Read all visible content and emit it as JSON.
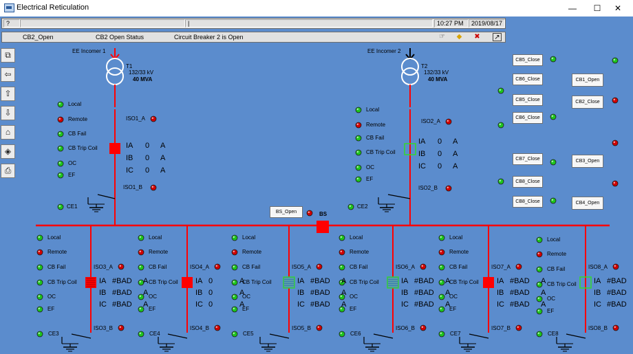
{
  "window": {
    "title": "Electrical Reticulation",
    "controls": {
      "minimize": "—",
      "maximize": "☐",
      "close": "✕"
    }
  },
  "header": {
    "row1": {
      "help": "?",
      "marker": "|",
      "time": "10:27 PM",
      "date": "2019/08/17"
    },
    "row2": {
      "tag": "CB2_Open",
      "status": "CB2 Open Status",
      "message": "Circuit Breaker 2 is Open"
    }
  },
  "sidebar": {
    "buttons": [
      {
        "name": "restore-icon",
        "glyph": "⧉"
      },
      {
        "name": "back-icon",
        "glyph": "⇦"
      },
      {
        "name": "up-icon",
        "glyph": "⇧"
      },
      {
        "name": "down-icon",
        "glyph": "⇩"
      },
      {
        "name": "trend-icon",
        "glyph": "⌂"
      },
      {
        "name": "alarm-icon",
        "glyph": "◈"
      },
      {
        "name": "print-icon",
        "glyph": "⎙"
      }
    ]
  },
  "colors": {
    "background": "#5b8ccd",
    "bus": "#ff0000",
    "ind_green": "#1ec41e",
    "ind_red": "#d00000",
    "breaker_closed": "#ff0000",
    "breaker_open": "#36d436"
  },
  "incomers": [
    {
      "name": "EE Incomer 1",
      "transformer": "T1",
      "rating": "132/33 kV",
      "power": "40 MVA",
      "iso_a": "ISO1_A",
      "iso_b": "ISO1_B",
      "ce": "CE1",
      "indicators": [
        "Local",
        "Remote",
        "CB Fail",
        "CB Trip Coil",
        "OC",
        "EF"
      ],
      "states": [
        "green",
        "red",
        "green",
        "green",
        "green",
        "green"
      ],
      "currents": [
        [
          "IA",
          "0",
          "A"
        ],
        [
          "IB",
          "0",
          "A"
        ],
        [
          "IC",
          "0",
          "A"
        ]
      ],
      "breaker": "closed"
    },
    {
      "name": "EE Incomer 2",
      "transformer": "T2",
      "rating": "132/33 kV",
      "power": "40 MVA",
      "iso_a": "ISO2_A",
      "iso_b": "ISO2_B",
      "ce": "CE2",
      "indicators": [
        "Local",
        "Remote",
        "CB Fail",
        "CB Trip Coil",
        "OC",
        "EF"
      ],
      "states": [
        "green",
        "red",
        "green",
        "green",
        "green",
        "green"
      ],
      "currents": [
        [
          "IA",
          "0",
          "A"
        ],
        [
          "IB",
          "0",
          "A"
        ],
        [
          "IC",
          "0",
          "A"
        ]
      ],
      "breaker": "open"
    }
  ],
  "bus_section": {
    "label": "BS",
    "button": "BS_Open"
  },
  "feeders": [
    {
      "iso_a": "ISO3_A",
      "iso_b": "ISO3_B",
      "ce": "CE3",
      "indicators": [
        "Local",
        "Remote",
        "CB Fail",
        "CB Trip Coil",
        "OC",
        "EF"
      ],
      "states": [
        "green",
        "red",
        "green",
        "green",
        "green",
        "green"
      ],
      "currents": [
        [
          "IA",
          "#BAD",
          "A"
        ],
        [
          "IB",
          "#BAD",
          "A"
        ],
        [
          "IC",
          "#BAD",
          "A"
        ]
      ],
      "breaker": "bad-red"
    },
    {
      "iso_a": "ISO4_A",
      "iso_b": "ISO4_B",
      "ce": "CE4",
      "indicators": [
        "Local",
        "Remote",
        "CB Fail",
        "CB Trip Coil",
        "OC",
        "EF"
      ],
      "states": [
        "green",
        "red",
        "green",
        "green",
        "green",
        "green"
      ],
      "currents": [
        [
          "IA",
          "0",
          "A"
        ],
        [
          "IB",
          "0",
          "A"
        ],
        [
          "IC",
          "0",
          "A"
        ]
      ],
      "breaker": "closed"
    },
    {
      "iso_a": "ISO5_A",
      "iso_b": "ISO5_B",
      "ce": "CE5",
      "indicators": [
        "Local",
        "Remote",
        "CB Fail",
        "CB Trip Coil",
        "OC",
        "EF"
      ],
      "states": [
        "green",
        "red",
        "green",
        "green",
        "green",
        "green"
      ],
      "currents": [
        [
          "IA",
          "#BAD",
          "A"
        ],
        [
          "IB",
          "#BAD",
          "A"
        ],
        [
          "IC",
          "#BAD",
          "A"
        ]
      ],
      "breaker": "bad-green"
    },
    {
      "iso_a": "ISO6_A",
      "iso_b": "ISO6_B",
      "ce": "CE6",
      "indicators": [
        "Local",
        "Remote",
        "CB Fail",
        "CB Trip Coil",
        "OC",
        "EF"
      ],
      "states": [
        "green",
        "red",
        "green",
        "green",
        "green",
        "green"
      ],
      "currents": [
        [
          "IA",
          "#BAD",
          "A"
        ],
        [
          "IB",
          "#BAD",
          "A"
        ],
        [
          "IC",
          "#BAD",
          "A"
        ]
      ],
      "breaker": "bad-green"
    },
    {
      "iso_a": "ISO7_A",
      "iso_b": "ISO7_B",
      "ce": "CE7",
      "indicators": [
        "Local",
        "Remote",
        "CB Fail",
        "CB Trip Coil",
        "OC",
        "EF"
      ],
      "states": [
        "green",
        "red",
        "green",
        "green",
        "green",
        "green"
      ],
      "currents": [
        [
          "IA",
          "#BAD",
          "A"
        ],
        [
          "IB",
          "#BAD",
          "A"
        ],
        [
          "IC",
          "#BAD",
          "A"
        ]
      ],
      "breaker": "closed"
    },
    {
      "iso_a": "ISO8_A",
      "iso_b": "ISO8_B",
      "ce": "CE8",
      "indicators": [
        "Local",
        "Remote",
        "CB Fail",
        "CB Trip Coil",
        "OC",
        "EF"
      ],
      "states": [
        "green",
        "red",
        "green",
        "green",
        "green",
        "green"
      ],
      "currents": [
        [
          "IA",
          "#BAD",
          "A"
        ],
        [
          "IB",
          "#BAD",
          "A"
        ],
        [
          "IC",
          "#BAD",
          "A"
        ]
      ],
      "breaker": "open"
    }
  ],
  "control_panel": {
    "close_buttons": [
      "CB5_Close",
      "CB6_Close",
      "CB5_Close",
      "CB6_Close",
      "CB7_Close",
      "CB8_Close",
      "CB8_Close"
    ],
    "open_close_buttons": [
      "CB1_Open",
      "CB2_Close",
      "CB3_Open",
      "CB4_Open"
    ],
    "left_dots": [
      "green",
      "green",
      "green",
      "green",
      "green",
      "green",
      "green"
    ],
    "right_dots": [
      "green",
      "red",
      "red",
      "red",
      "red",
      "red"
    ]
  }
}
